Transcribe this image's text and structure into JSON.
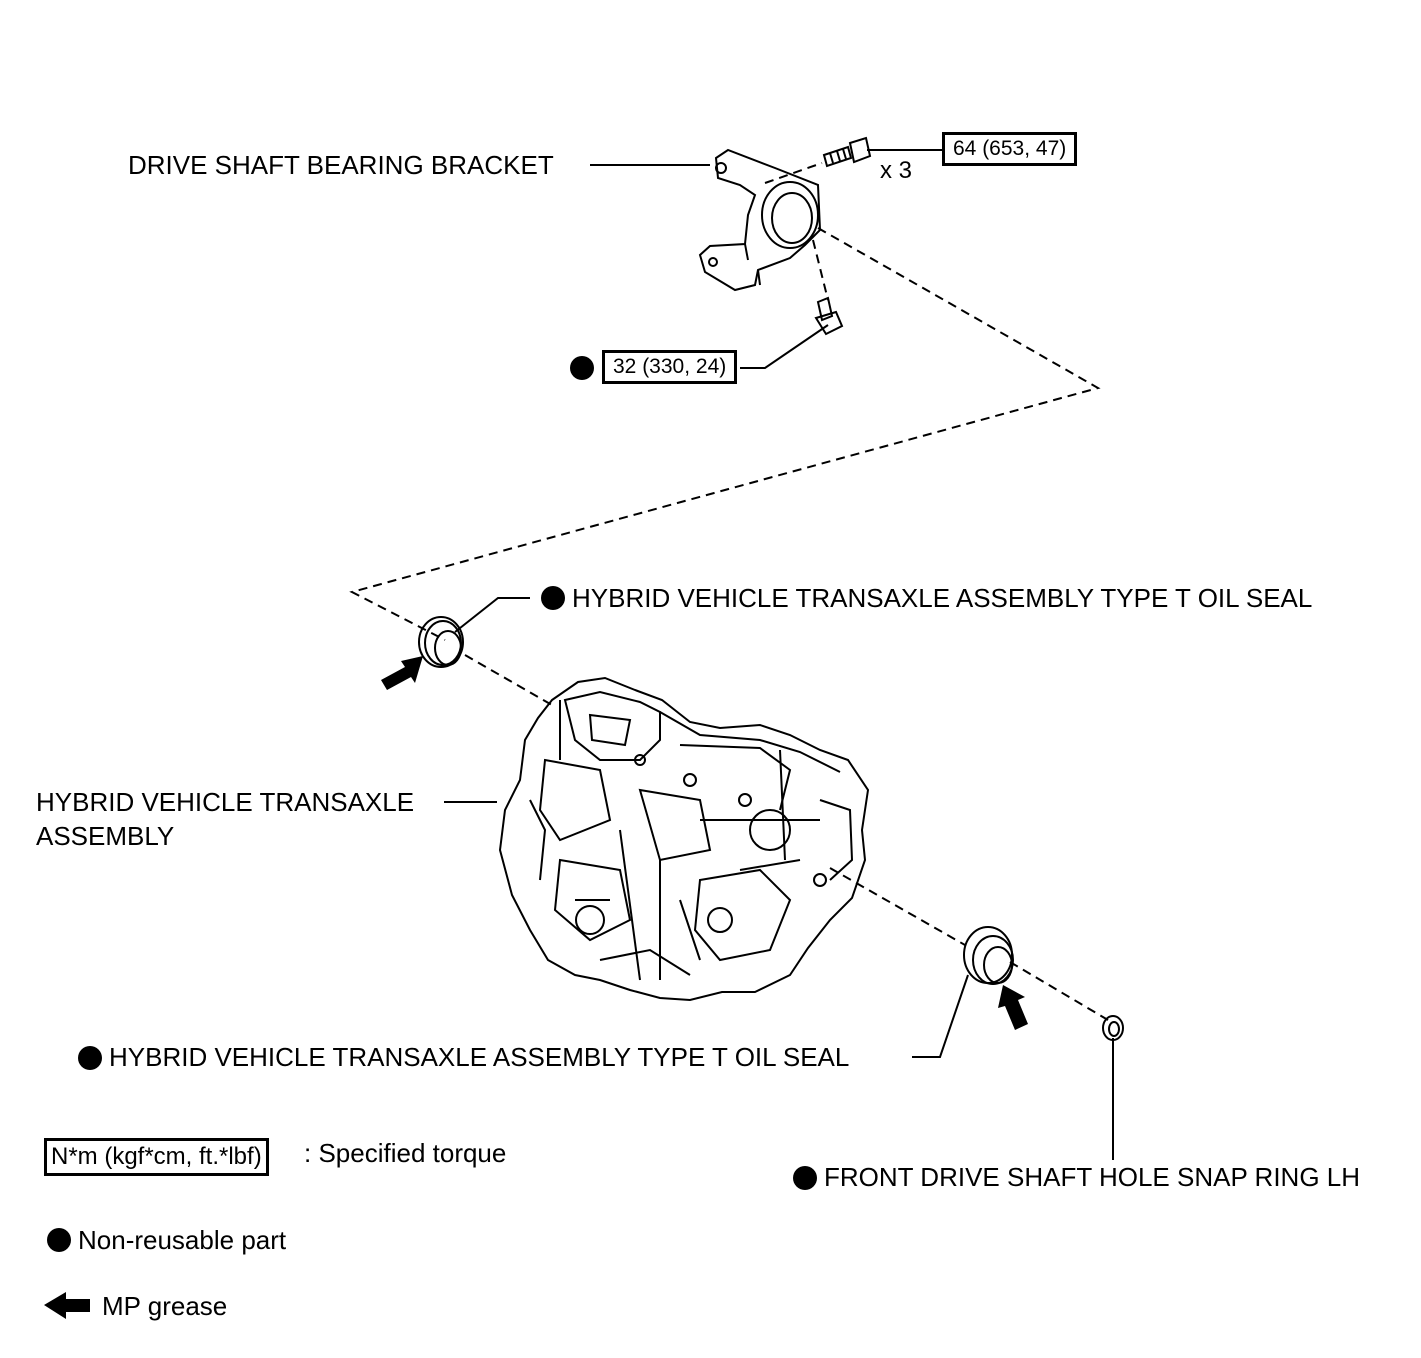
{
  "labels": {
    "bracket": "DRIVE SHAFT BEARING BRACKET",
    "bolt_qty": "x 3",
    "seal_upper": "HYBRID VEHICLE TRANSAXLE ASSEMBLY TYPE T OIL SEAL",
    "transaxle_line1": "HYBRID VEHICLE TRANSAXLE",
    "transaxle_line2": "ASSEMBLY",
    "seal_lower": "HYBRID VEHICLE TRANSAXLE ASSEMBLY TYPE T OIL SEAL",
    "snap_ring": "FRONT DRIVE SHAFT HOLE SNAP RING LH"
  },
  "torque": {
    "bracket_bolt": "64 (653, 47)",
    "lower_bolt": "32 (330, 24)"
  },
  "legend": {
    "torque_unit": "N*m (kgf*cm, ft.*lbf)",
    "torque_text": ": Specified torque",
    "non_reusable": "Non-reusable part",
    "mp_grease": "MP grease"
  },
  "icons": {
    "non_reusable": "filled-circle-icon",
    "grease": "arrow-icon"
  },
  "colors": {
    "line": "#000000",
    "background": "#ffffff"
  }
}
